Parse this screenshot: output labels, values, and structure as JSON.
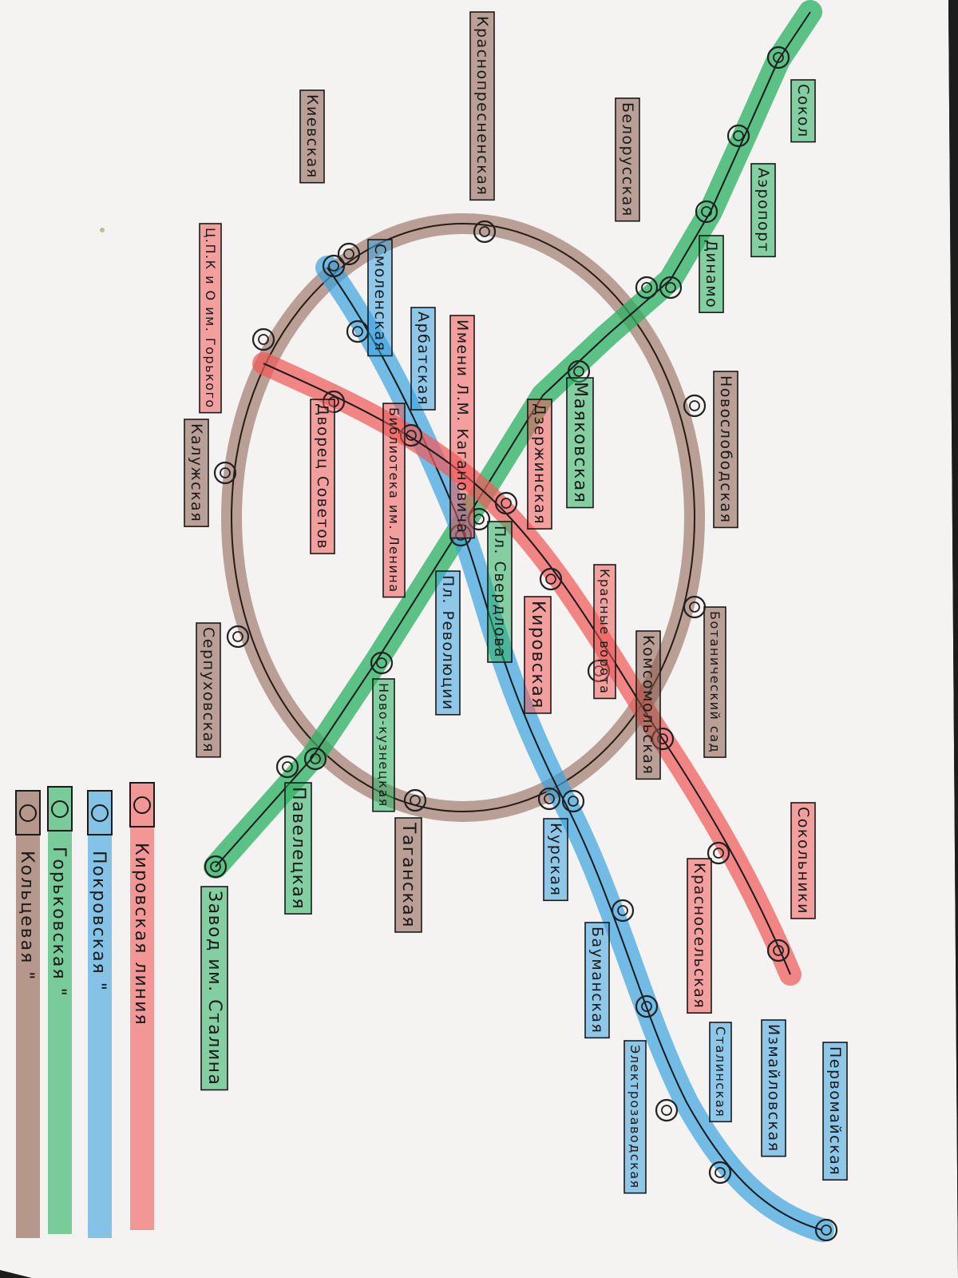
{
  "lines": [
    {
      "id": "ring",
      "name": "Кольцевая",
      "color": "#8b5a4a"
    },
    {
      "id": "kirov",
      "name": "Кировская",
      "color": "#f05a5a"
    },
    {
      "id": "pokrov",
      "name": "Покровская",
      "color": "#3aa3e0"
    },
    {
      "id": "gorky",
      "name": "Горьковская",
      "color": "#28b060"
    }
  ],
  "stations": {
    "krasnopresnenskaya": {
      "label": "Краснопресненская",
      "line": "ring"
    },
    "belorusskaya": {
      "label": "Белорусская",
      "line": "ring"
    },
    "kievskaya": {
      "label": "Киевская",
      "line": "ring"
    },
    "novoslobodskaya": {
      "label": "Новослободская",
      "line": "ring"
    },
    "botanicheskiy_sad": {
      "label": "Ботанический сад",
      "line": "ring"
    },
    "kaluzhskaya": {
      "label": "Калужская",
      "line": "ring"
    },
    "serpukhovskaya": {
      "label": "Серпуховская",
      "line": "ring"
    },
    "tsentralnyy_park": {
      "label": "Ц.П.К и О им. Горького",
      "line": "kirov"
    },
    "sokol": {
      "label": "Сокол",
      "line": "gorky"
    },
    "aeroport": {
      "label": "Аэропорт",
      "line": "gorky"
    },
    "dinamo": {
      "label": "Динамо",
      "line": "gorky"
    },
    "mayakovskaya": {
      "label": "Маяковская",
      "line": "gorky"
    },
    "pl_sverdlova": {
      "label": "Пл. Свердлова",
      "line": "gorky"
    },
    "novokuznetskaya": {
      "label": "Ново-кузнецкая",
      "line": "gorky"
    },
    "paveletskaya": {
      "label": "Павелецкая",
      "line": "gorky"
    },
    "zavod_stalina": {
      "label": "Завод им. Сталина",
      "line": "gorky"
    },
    "smolenskaya": {
      "label": "Смоленская",
      "line": "pokrov"
    },
    "arbatskaya": {
      "label": "Арбатская",
      "line": "pokrov"
    },
    "pl_revolyutsii": {
      "label": "Пл. Революции",
      "line": "pokrov"
    },
    "kurskaya": {
      "label": "Курская",
      "line": "pokrov"
    },
    "baumanskaya": {
      "label": "Бауманская",
      "line": "pokrov"
    },
    "elektrozavodskaya": {
      "label": "Электрозаводская",
      "line": "pokrov"
    },
    "stalinskaya": {
      "label": "Сталинская",
      "line": "pokrov"
    },
    "izmaylovskaya": {
      "label": "Измайловская",
      "line": "pokrov"
    },
    "pervomayskaya": {
      "label": "Первомайская",
      "line": "pokrov"
    },
    "dvorets_sovetov": {
      "label": "Дворец Советов",
      "line": "kirov"
    },
    "biblioteka_lenina": {
      "label": "Библиотека им. Ленина",
      "line": "kirov"
    },
    "imeni_kaganovicha": {
      "label": "Имени Л.М. Кагановича",
      "line": "kirov"
    },
    "dzerzhinskaya": {
      "label": "Дзержинская",
      "line": "kirov"
    },
    "kirovskaya": {
      "label": "Кировская",
      "line": "kirov"
    },
    "krasnye_vorota": {
      "label": "Красные ворота",
      "line": "kirov"
    },
    "komsomolskaya": {
      "label": "Комсомольская",
      "line": "ring"
    },
    "krasnoselskaya": {
      "label": "Красносельская",
      "line": "kirov"
    },
    "sokolniki": {
      "label": "Сокольники",
      "line": "kirov"
    },
    "taganskaya": {
      "label": "Таганская",
      "line": "ring"
    }
  },
  "legend": [
    {
      "line": "kirov",
      "text": "Кировская линия"
    },
    {
      "line": "pokrov",
      "text": "Покровская \""
    },
    {
      "line": "gorky",
      "text": "Горьковская \""
    },
    {
      "line": "ring",
      "text": "Кольцевая \""
    }
  ]
}
